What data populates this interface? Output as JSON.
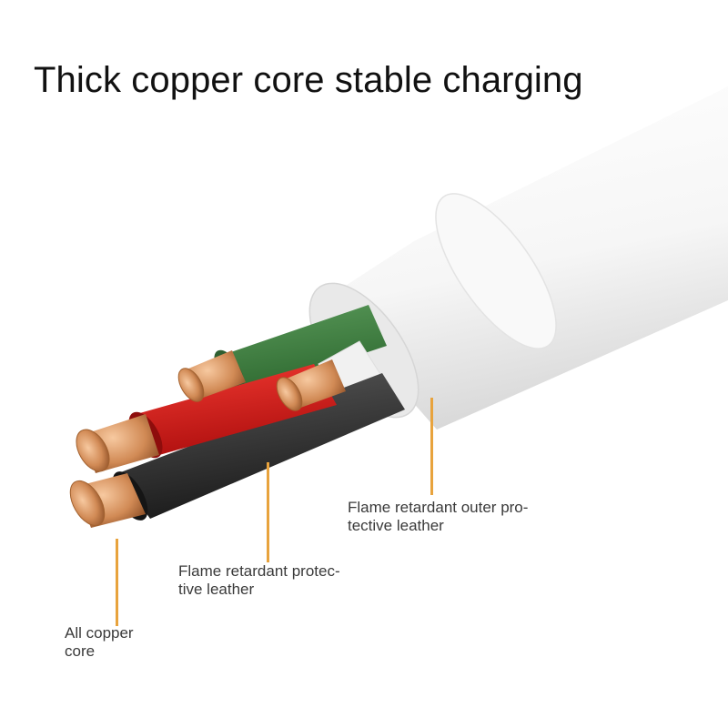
{
  "headline": "Thick copper core stable charging",
  "callouts": {
    "outer_sheath": "Flame retardant outer pro-\ntective leather",
    "inner_sheath": "Flame retardant protec-\ntive leather",
    "core": "All copper\ncore"
  },
  "colors": {
    "callout_line": "#e8a33d",
    "wire_green": "#3e7b3f",
    "wire_red": "#d81e1e",
    "wire_black": "#2b2b2b",
    "wire_white": "#f1f1f1",
    "copper": "#d18a55"
  }
}
